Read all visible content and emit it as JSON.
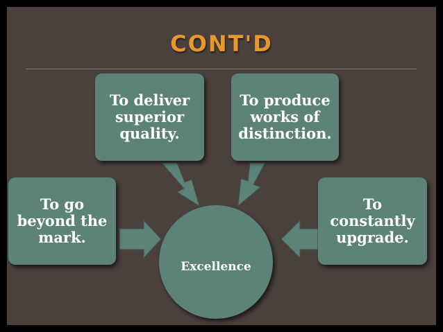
{
  "slide": {
    "title": "CONT'D",
    "center": "Excellence",
    "boxes": [
      {
        "label": "To go\nbeyond the\nmark."
      },
      {
        "label": "To deliver\nsuperior\nquality."
      },
      {
        "label": "To produce\nworks of\ndistinction."
      },
      {
        "label": "To\nconstantly\nupgrade."
      }
    ]
  },
  "colors": {
    "background": "#4a413d",
    "title": "#e8972e",
    "shape_fill": "#5d8278"
  }
}
